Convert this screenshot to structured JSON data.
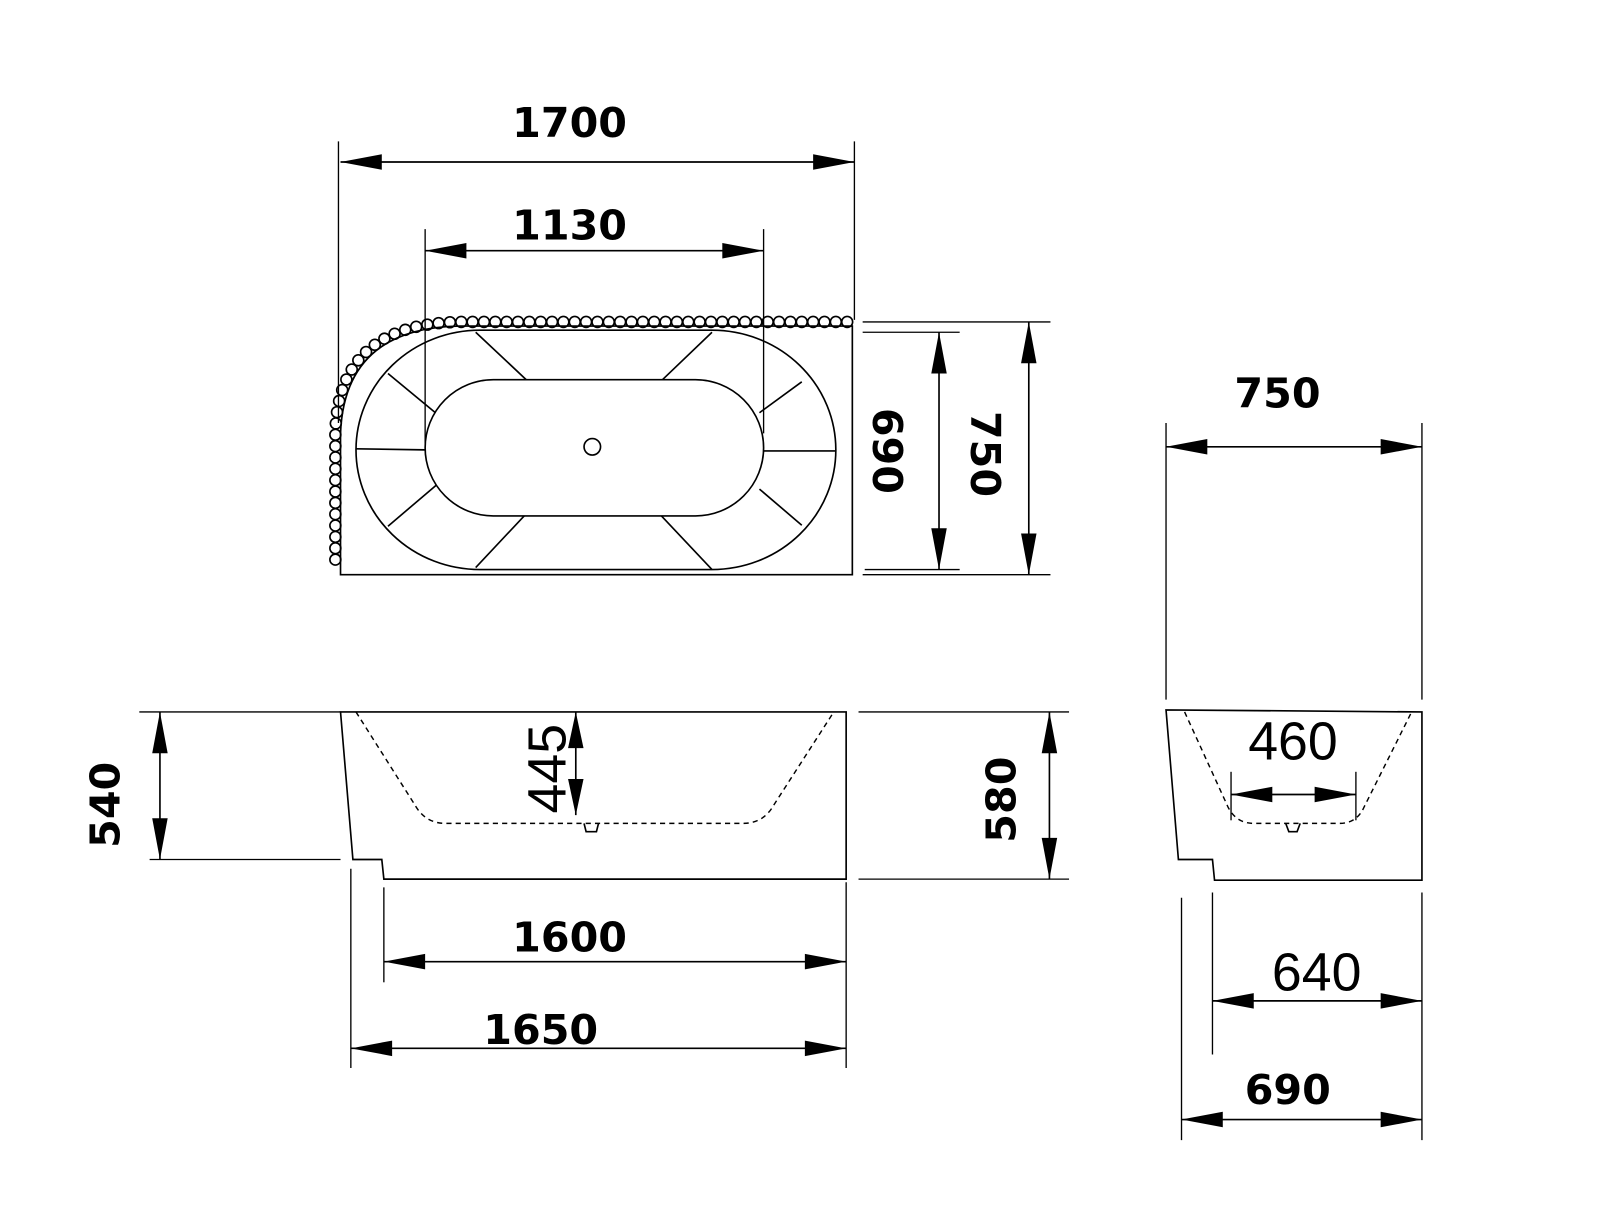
{
  "top_view": {
    "overall_length": "1700",
    "basin_length": "1130",
    "inner_width": "690",
    "overall_width": "750"
  },
  "front_view": {
    "height_left": "540",
    "basin_depth": "445",
    "height_right": "580",
    "base_length": "1600",
    "bottom_length": "1650"
  },
  "side_view": {
    "overall_width": "750",
    "basin_width": "460",
    "base_width": "640",
    "bottom_width": "690"
  },
  "colors": {
    "line": "#000000",
    "background": "#ffffff"
  }
}
